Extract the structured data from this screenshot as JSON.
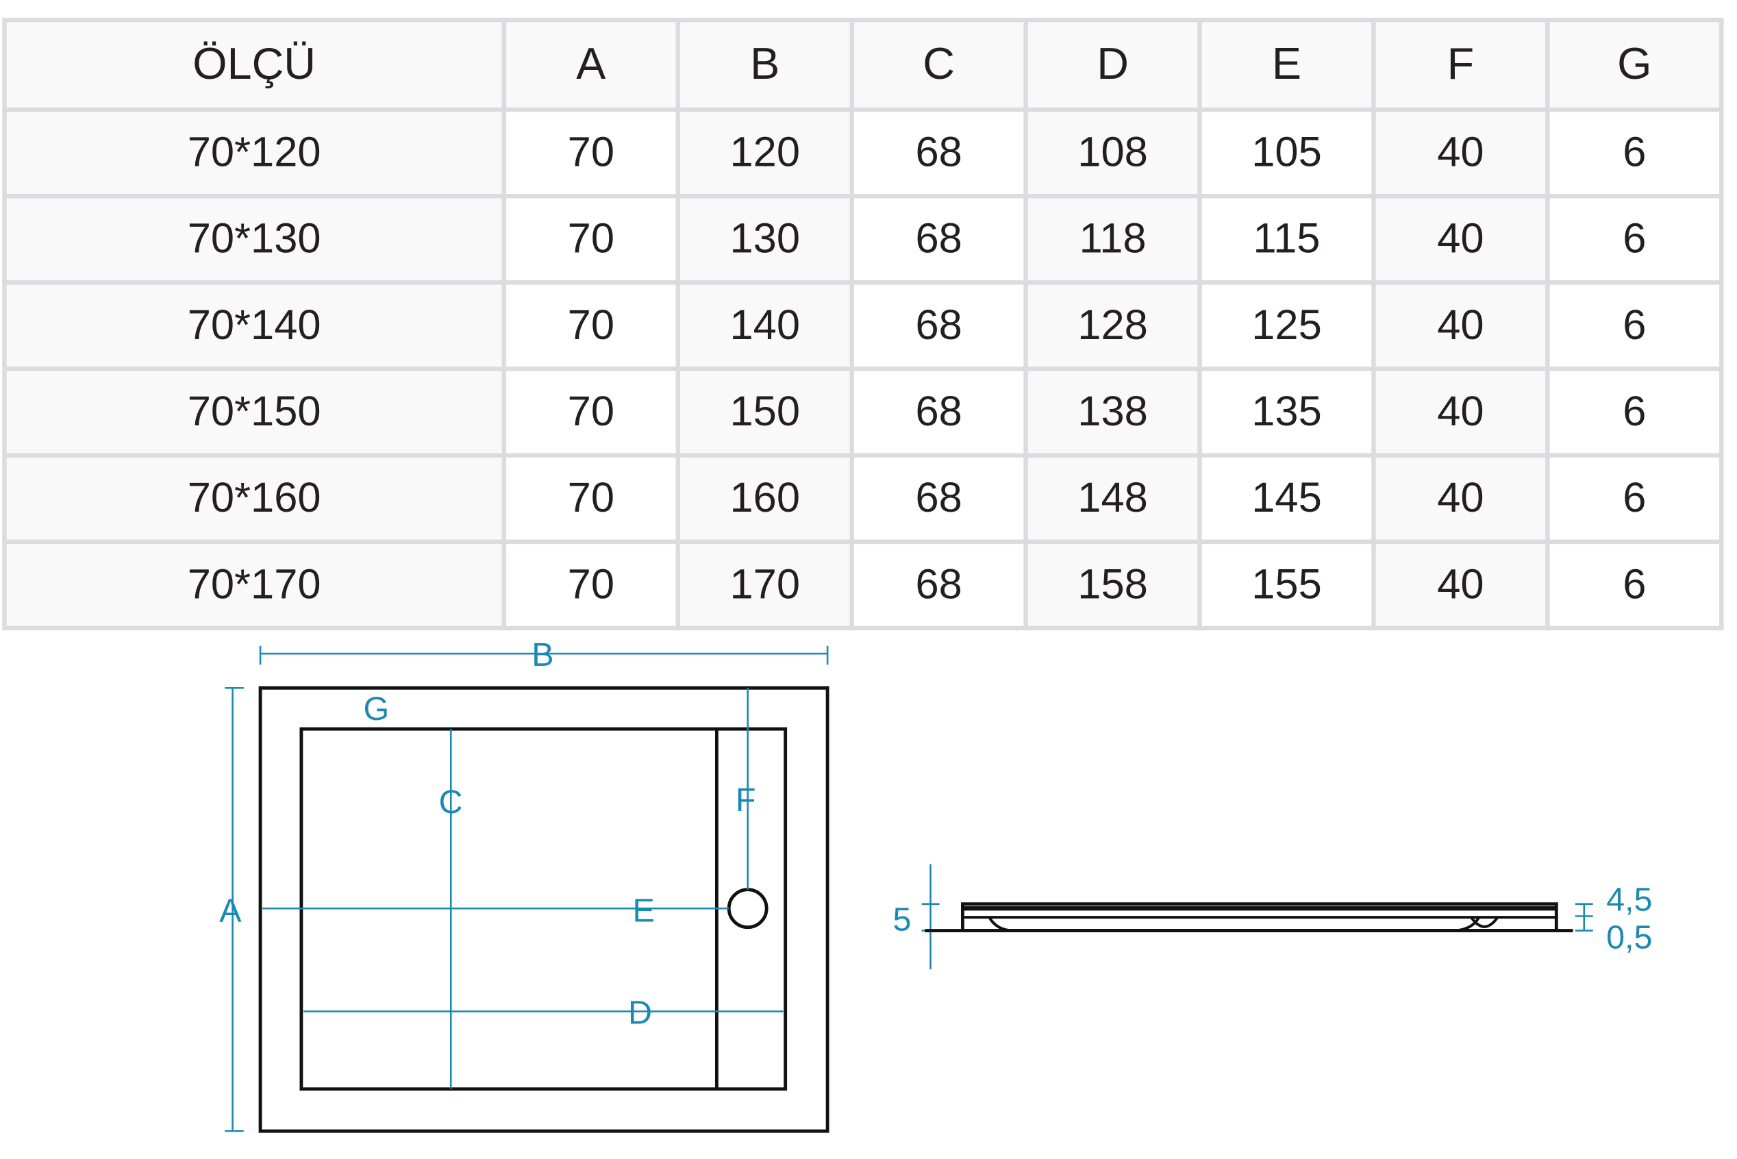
{
  "table": {
    "headers": [
      "ÖLÇÜ",
      "A",
      "B",
      "C",
      "D",
      "E",
      "F",
      "G"
    ],
    "rows": [
      [
        "70*120",
        "70",
        "120",
        "68",
        "108",
        "105",
        "40",
        "6"
      ],
      [
        "70*130",
        "70",
        "130",
        "68",
        "118",
        "115",
        "40",
        "6"
      ],
      [
        "70*140",
        "70",
        "140",
        "68",
        "128",
        "125",
        "40",
        "6"
      ],
      [
        "70*150",
        "70",
        "150",
        "68",
        "138",
        "135",
        "40",
        "6"
      ],
      [
        "70*160",
        "70",
        "160",
        "68",
        "148",
        "145",
        "40",
        "6"
      ],
      [
        "70*170",
        "70",
        "170",
        "68",
        "158",
        "155",
        "40",
        "6"
      ]
    ]
  },
  "diagram": {
    "top_labels": {
      "a": "A",
      "b": "B",
      "c": "C",
      "d": "D",
      "e": "E",
      "f": "F",
      "g": "G"
    },
    "side_labels": {
      "total": "5",
      "upper": "4,5",
      "lower": "0,5"
    },
    "accent_color": "#1b8ab3"
  }
}
